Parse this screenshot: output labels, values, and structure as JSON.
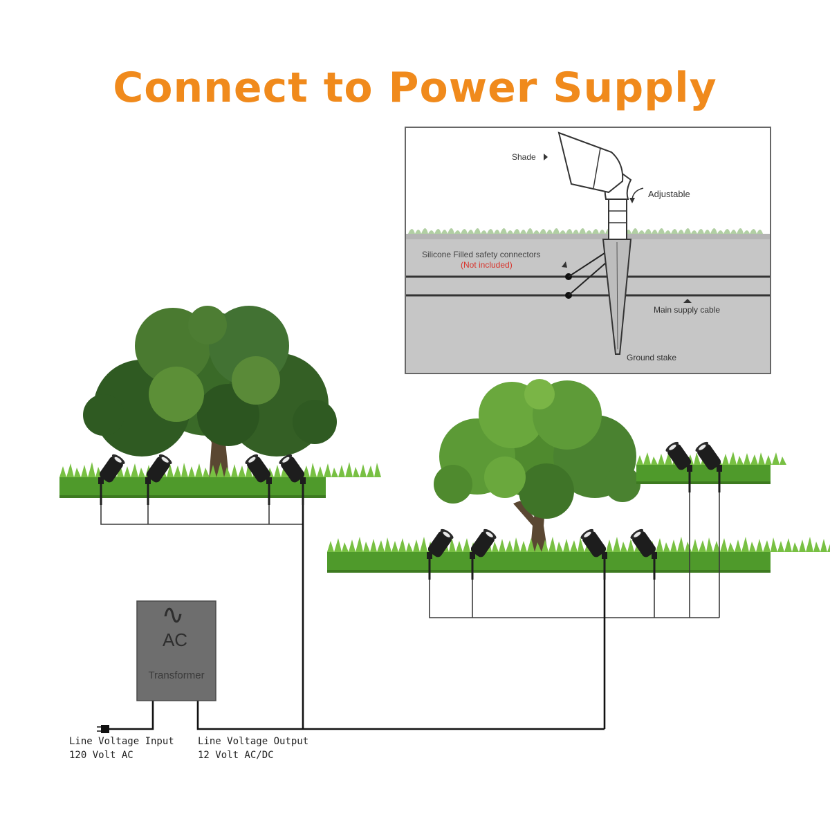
{
  "title": "Connect to Power Supply",
  "colors": {
    "title": "#f08a1c",
    "wire": "#111111",
    "thin_wire": "#3a3a3a",
    "transformer": "#6e6e6e",
    "transformer_text": "#2e2e2e",
    "soil": "#c8c8c8",
    "grass": "#4f9a2b",
    "grass_light": "#78c043",
    "canopy_dark": "#2f5a22",
    "canopy_light": "#5c8f37",
    "trunk": "#5a4732",
    "fixture": "#1d1d1d",
    "not_included": "#d8322a"
  },
  "transformer": {
    "symbol": "∿",
    "ac_label": "AC",
    "label": "Transformer"
  },
  "captions": {
    "input": {
      "line1": "Line Voltage Input",
      "line2": "120 Volt AC"
    },
    "output": {
      "line1": "Line Voltage Output",
      "line2": "12 Volt AC/DC"
    }
  },
  "inset": {
    "shade": "Shade",
    "adjustable": "Adjustable",
    "connectors": "Silicone Filled safety connectors",
    "not_included": "(Not included)",
    "main_cable": "Main supply cable",
    "ground_stake": "Ground stake"
  }
}
